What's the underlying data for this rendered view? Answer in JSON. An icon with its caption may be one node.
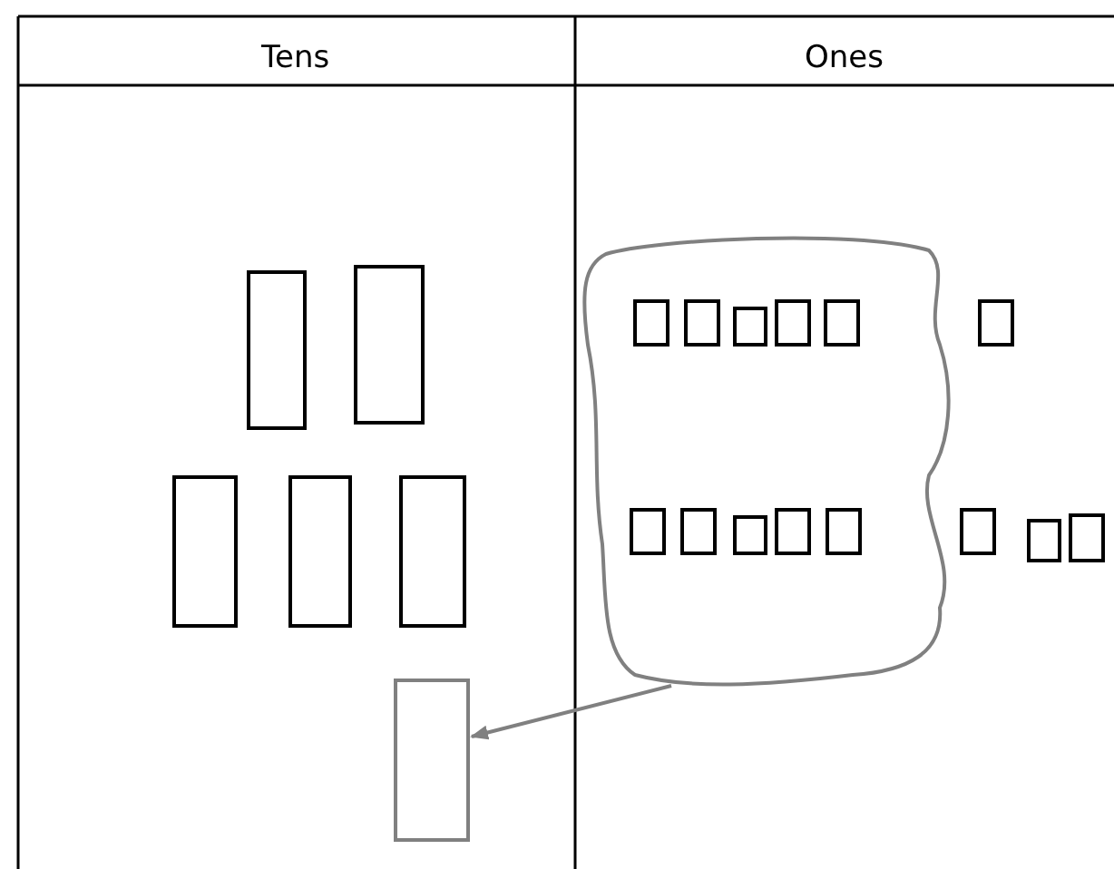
{
  "diagram": {
    "nodes": [
      {
        "text": [],
        "shape": "loop"
      },
      {
        "text": [],
        "shape": "box"
      }
    ],
    "edges": [
      {
        "from": 0,
        "to": 1,
        "arrow": "to"
      }
    ],
    "labels": [
      "Tens",
      "Ones"
    ]
  }
}
